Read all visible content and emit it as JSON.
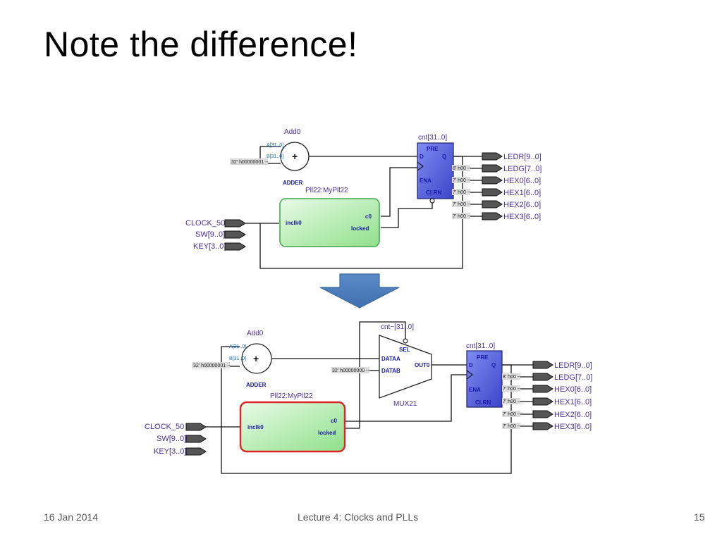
{
  "slide": {
    "title": "Note the difference!",
    "footer_left": "16 Jan 2014",
    "footer_center": "Lecture 4: Clocks and PLLs",
    "footer_right": "15"
  },
  "top": {
    "adder_name": "Add0",
    "adder_type": "ADDER",
    "port_a": "A[31..0]",
    "port_b": "B[31..0]",
    "const_in": "32' h00000001 --",
    "pll_name": "Pll22:MyPll22",
    "pll_in": "inclk0",
    "pll_c0": "c0",
    "pll_locked": "locked",
    "reg_name": "cnt[31..0]",
    "reg_pre": "PRE",
    "reg_d": "D",
    "reg_q": "Q",
    "reg_ena": "ENA",
    "reg_clrn": "CLRN",
    "inputs": [
      "CLOCK_50",
      "SW[9..0]",
      "KEY[3..0]"
    ],
    "outputs": [
      "LEDR[9..0]",
      "LEDG[7..0]",
      "HEX0[6..0]",
      "HEX1[6..0]",
      "HEX2[6..0]",
      "HEX3[6..0]"
    ],
    "out_consts": [
      "8' h00 --",
      "7' h00 --",
      "7' h00 --",
      "7' h00 --",
      "7' h00 --"
    ]
  },
  "arrow_color": "#4f81bd",
  "bottom": {
    "adder_name": "Add0",
    "adder_type": "ADDER",
    "port_a": "A[31..0]",
    "port_b": "B[31..0]",
    "const_in": "32' h00000001 --",
    "mux_name": "cnt~[31..0]",
    "mux_type": "MUX21",
    "mux_sel": "SEL",
    "mux_a": "DATAA",
    "mux_b": "DATAB",
    "mux_out": "OUT0",
    "mux_const": "32' h00000000 --",
    "pll_name": "Pll22:MyPll22",
    "pll_in": "inclk0",
    "pll_c0": "c0",
    "pll_locked": "locked",
    "reg_name": "cnt[31..0]",
    "reg_pre": "PRE",
    "reg_d": "D",
    "reg_q": "Q",
    "reg_ena": "ENA",
    "reg_clrn": "CLRN",
    "inputs": [
      "CLOCK_50",
      "SW[9..0]",
      "KEY[3..0]"
    ],
    "outputs": [
      "LEDR[9..0]",
      "LEDG[7..0]",
      "HEX0[6..0]",
      "HEX1[6..0]",
      "HEX2[6..0]",
      "HEX3[6..0]"
    ],
    "out_consts": [
      "8' h00 --",
      "7' h00 --",
      "7' h00 --",
      "7' h00 --",
      "7' h00 --"
    ]
  },
  "colors": {
    "pll_top_border": "#3aa64a",
    "pll_bottom_border": "#e02424",
    "reg_fill": "#5a64e6",
    "pin_text": "#4b2fa3"
  }
}
